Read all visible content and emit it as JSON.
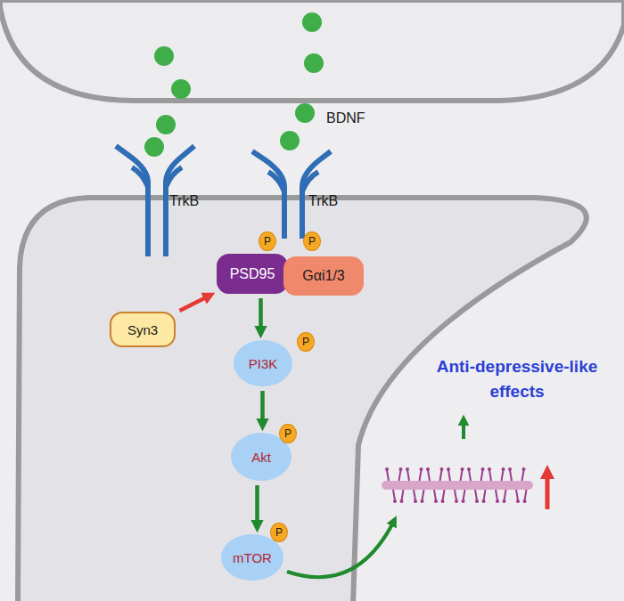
{
  "diagram": {
    "nodes": [
      {
        "text": [
          "PSD95"
        ]
      },
      {
        "text": [
          "Gαi1/3"
        ]
      },
      {
        "text": [
          "Syn3"
        ]
      },
      {
        "text": [
          "PI3K"
        ]
      },
      {
        "text": [
          "Akt"
        ]
      },
      {
        "text": [
          "mTOR"
        ]
      },
      {
        "text": [
          "P"
        ]
      },
      {
        "text": [
          "P"
        ]
      },
      {
        "text": [
          "P"
        ]
      },
      {
        "text": [
          "P"
        ]
      },
      {
        "text": [
          "P"
        ]
      }
    ],
    "edges": [
      {
        "from": 2,
        "to": 0,
        "arrow": "to"
      },
      {
        "from": 0,
        "to": 3,
        "arrow": "to"
      },
      {
        "from": 3,
        "to": 4,
        "arrow": "to"
      },
      {
        "from": 4,
        "to": 5,
        "arrow": "to"
      }
    ],
    "labels": [
      "BDNF",
      "TrkB",
      "TrkB",
      "Anti-depressive-like effects"
    ]
  }
}
